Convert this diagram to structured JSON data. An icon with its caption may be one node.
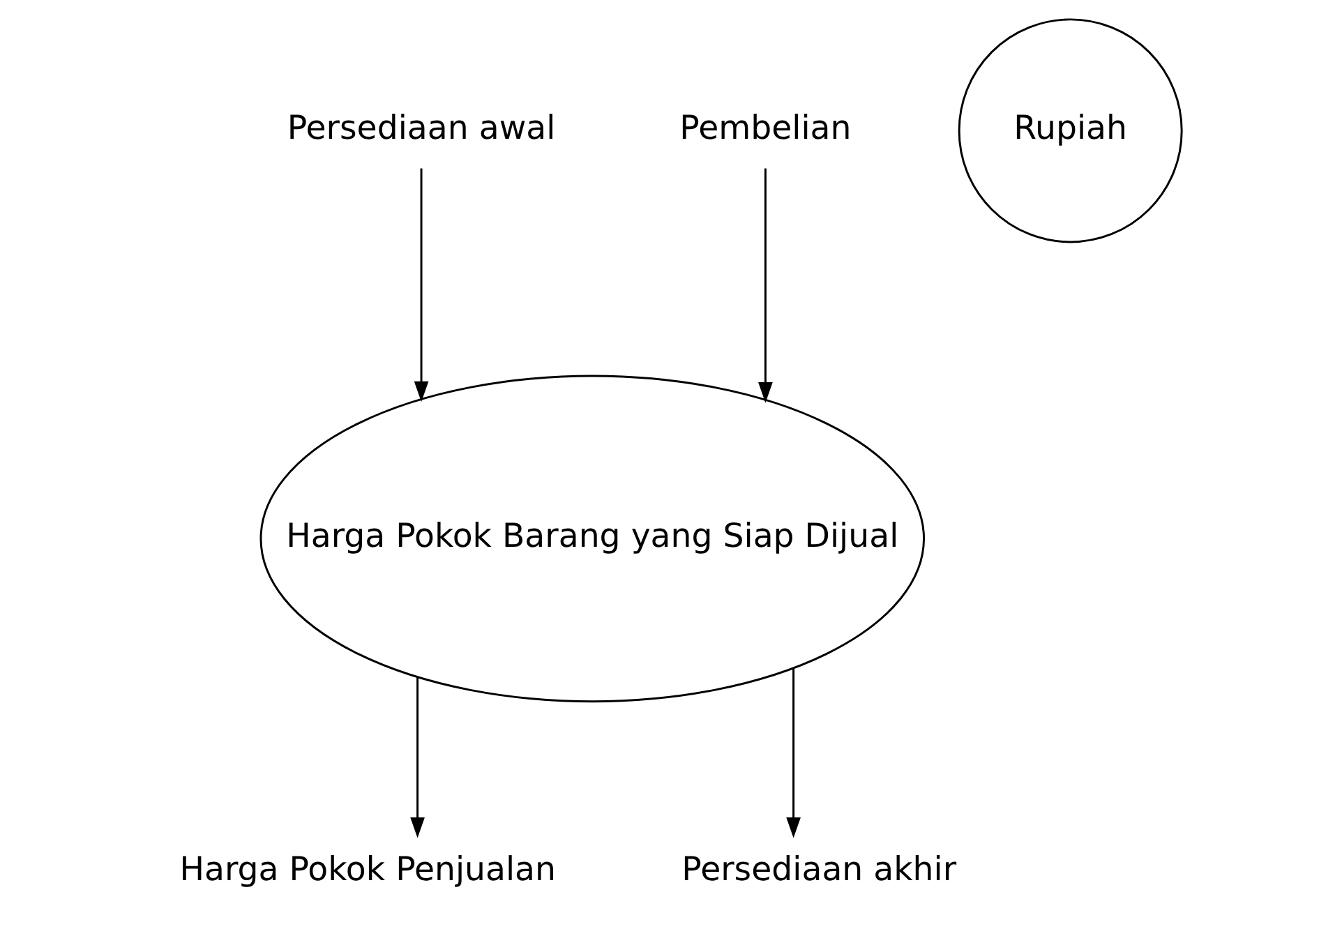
{
  "diagram": {
    "nodes": [
      {
        "text": [
          "Persediaan awal"
        ]
      },
      {
        "text": [
          "Rupiah"
        ]
      },
      {
        "text": [
          "Pembelian"
        ]
      },
      {
        "text": [
          "Harga Pokok Barang yang Siap Dijual"
        ]
      },
      {
        "text": [
          "Harga Pokok Penjualan"
        ]
      },
      {
        "text": [
          "Persediaan akhir"
        ]
      }
    ],
    "edges": [
      {
        "from": 0,
        "to": 3,
        "arrow": "to"
      },
      {
        "from": 2,
        "to": 3,
        "arrow": "to"
      },
      {
        "from": 3,
        "to": 4,
        "arrow": "to"
      },
      {
        "from": 3,
        "to": 5,
        "arrow": "to"
      }
    ]
  }
}
